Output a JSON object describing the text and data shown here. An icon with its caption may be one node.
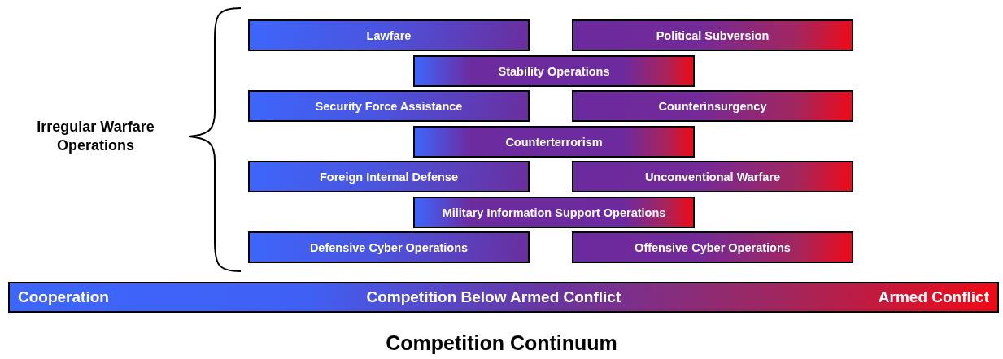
{
  "diagram": {
    "caption": "Competition Continuum",
    "nodes": [
      {
        "text": [
          "Lawfare"
        ]
      },
      {
        "text": [
          "Political Subversion"
        ]
      },
      {
        "text": [
          "Stability Operations"
        ]
      },
      {
        "text": [
          "Security Force Assistance"
        ]
      },
      {
        "text": [
          "Counterinsurgency"
        ]
      },
      {
        "text": [
          "Counterterrorism"
        ]
      },
      {
        "text": [
          "Foreign Internal Defense"
        ]
      },
      {
        "text": [
          "Unconventional Warfare"
        ]
      },
      {
        "text": [
          "Military Information Support Operations"
        ]
      },
      {
        "text": [
          "Defensive Cyber Operations"
        ]
      },
      {
        "text": [
          "Offensive Cyber Operations"
        ]
      },
      {
        "text": [
          "Cooperation",
          "Competition Below Armed Conflict",
          "Armed Conflict"
        ]
      }
    ],
    "labels": [
      "Irregular Warfare Operations"
    ]
  }
}
